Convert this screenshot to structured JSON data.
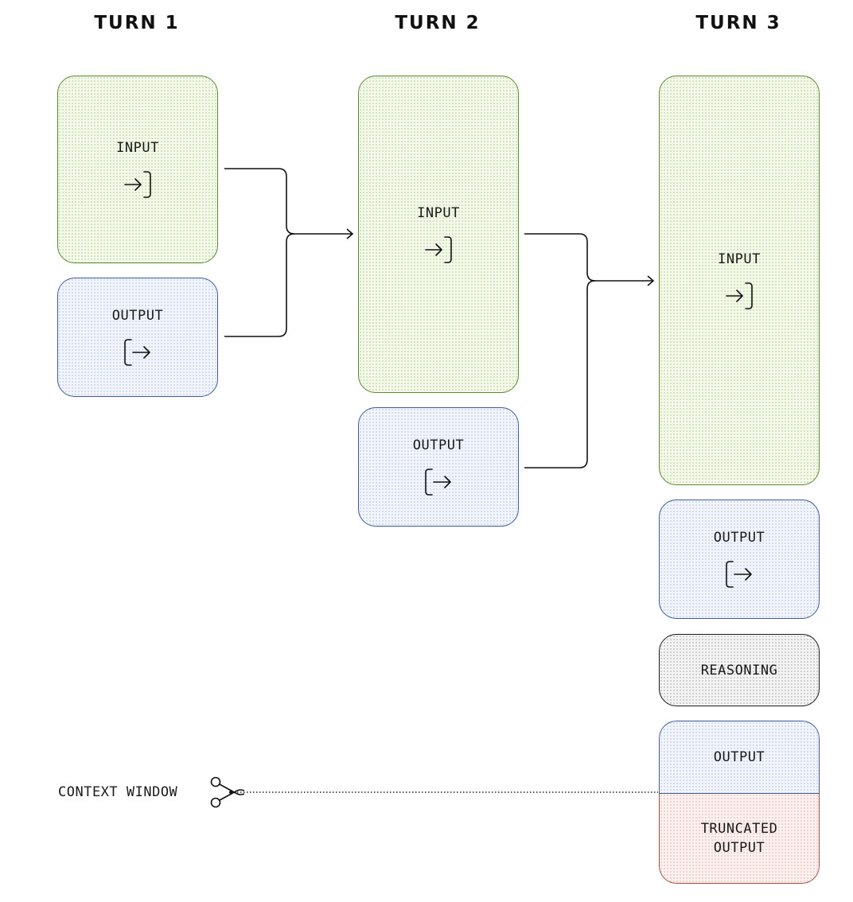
{
  "turns": [
    {
      "title": "TURN 1"
    },
    {
      "title": "TURN 2"
    },
    {
      "title": "TURN 3"
    }
  ],
  "labels": {
    "input": "INPUT",
    "output": "OUTPUT",
    "reasoning": "REASONING",
    "truncated_output": "TRUNCATED\nOUTPUT",
    "context_window": "CONTEXT WINDOW"
  },
  "icons": {
    "input": "login-arrow-icon",
    "output": "logout-arrow-icon",
    "context_window": "scissors-icon"
  },
  "colors": {
    "input_border": "#5a8a2e",
    "output_border": "#3f5a9a",
    "reasoning_border": "#1a1a1a",
    "truncated_border": "#a04a3e"
  }
}
